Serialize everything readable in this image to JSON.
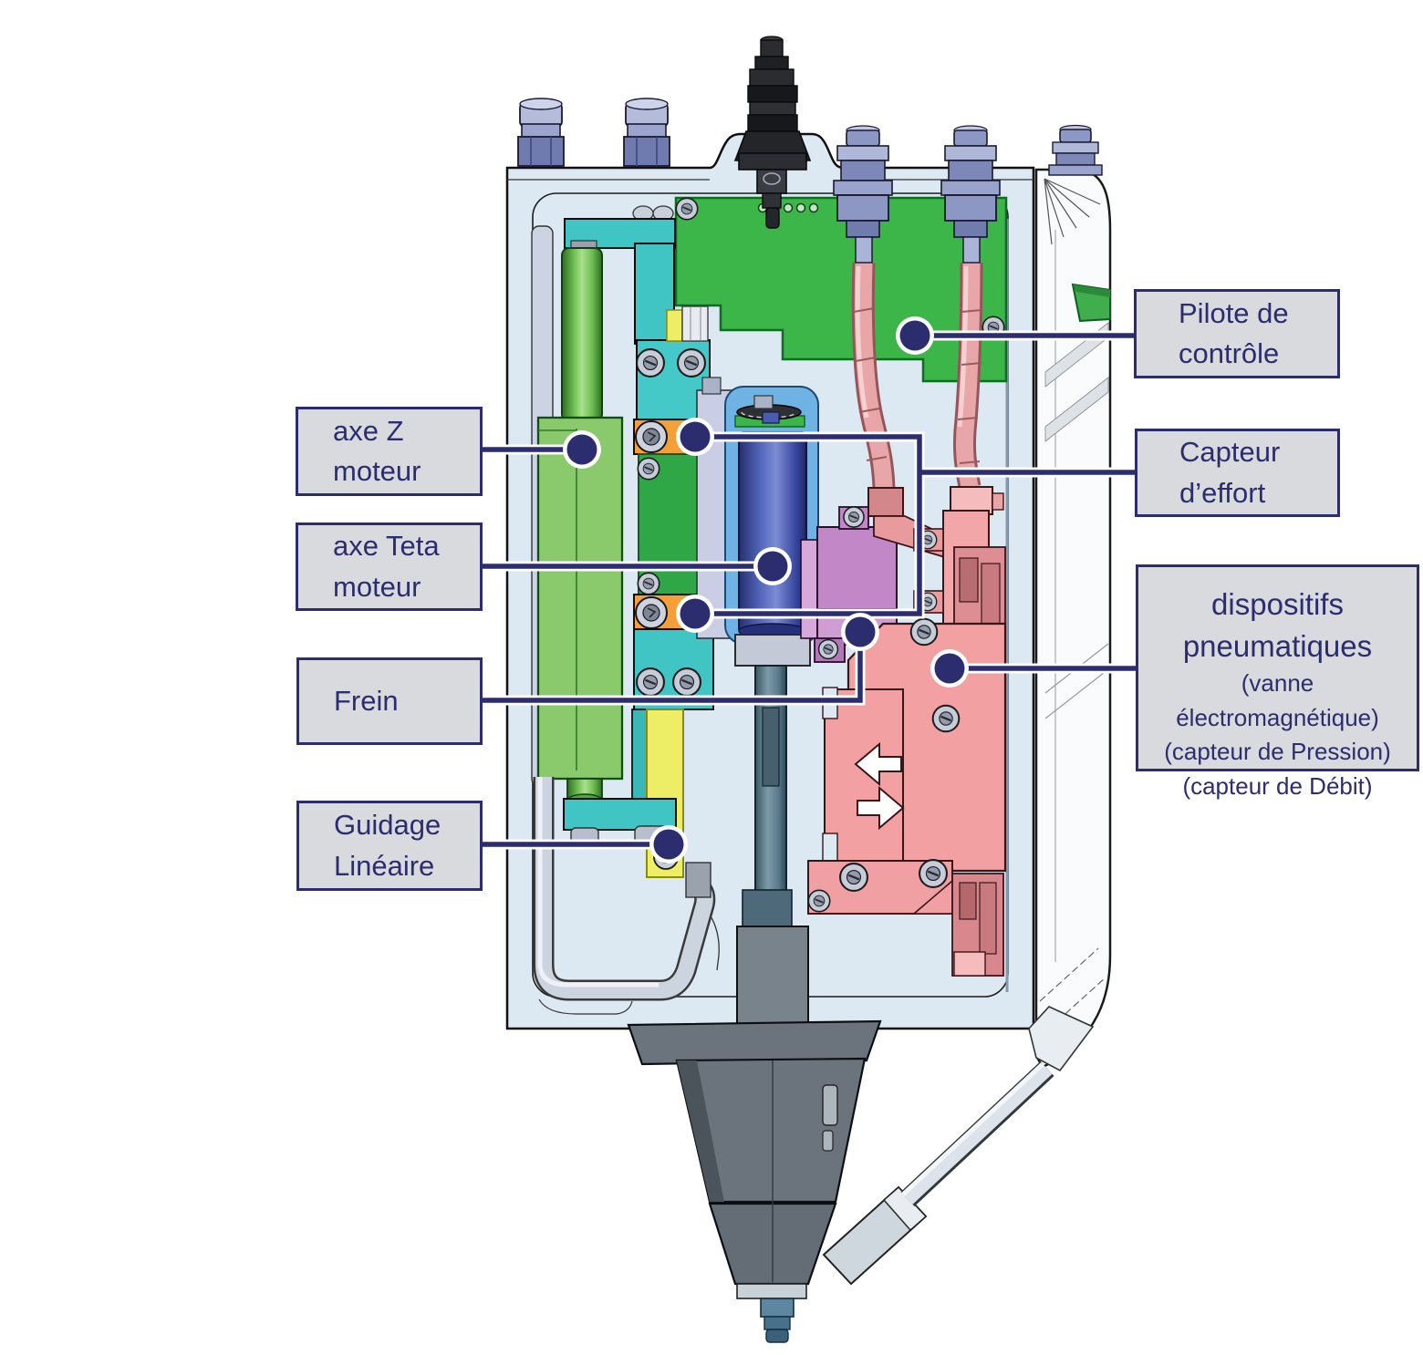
{
  "figure": {
    "type": "technical-cutaway-diagram",
    "subject": "dispensing head cross-section with labeled components",
    "background": "#ffffff"
  },
  "colors": {
    "accent_navy": "#2b2d6e",
    "label_fill": "#d8dade",
    "housing_blue": "#dce8f2",
    "pcb_green": "#3cb549",
    "motor_block_green": "#8bc96d",
    "teal": "#40c4c4",
    "orange": "#f59f38",
    "motor_blue": "#3c50a8",
    "brake_purple": "#c287c6",
    "pneumatic_pink": "#f2a0a2",
    "guide_yellow": "#eeee66"
  },
  "labels": {
    "axe_z": {
      "line1": "axe Z",
      "line2": "moteur"
    },
    "axe_teta": {
      "line1": "axe Teta",
      "line2": "moteur"
    },
    "frein": {
      "line1": "Frein"
    },
    "guidage": {
      "line1": "Guidage",
      "line2": "Linéaire"
    },
    "pilote": {
      "line1": "Pilote de",
      "line2": "contrôle"
    },
    "capteur": {
      "line1": "Capteur",
      "line2": "d’effort"
    },
    "dispositifs": {
      "line1": "dispositifs",
      "line2": "pneumatiques",
      "sub1": "(vanne électromagnétique)",
      "sub2": "(capteur de Pression)",
      "sub3": "(capteur de Débit)"
    }
  }
}
